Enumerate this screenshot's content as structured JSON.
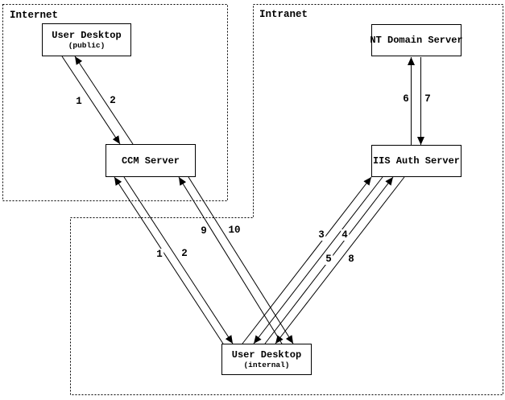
{
  "diagram": {
    "title": "",
    "colors": {
      "line": "#000000",
      "background": "#ffffff",
      "text": "#000000"
    },
    "zones": {
      "internet": {
        "label": "Internet"
      },
      "intranet": {
        "label": "Intranet"
      }
    },
    "nodes": {
      "user_desktop_public": {
        "label": "User Desktop",
        "sublabel": "(public)"
      },
      "ccm_server": {
        "label": "CCM Server"
      },
      "nt_domain_server": {
        "label": "NT Domain Server"
      },
      "iis_auth_server": {
        "label": "IIS Auth Server"
      },
      "user_desktop_internal": {
        "label": "User Desktop",
        "sublabel": "(internal)"
      }
    },
    "edges": [
      {
        "label": "1",
        "from": "user_desktop_public",
        "to": "ccm_server"
      },
      {
        "label": "2",
        "from": "ccm_server",
        "to": "user_desktop_public"
      },
      {
        "label": "1",
        "from": "user_desktop_internal",
        "to": "ccm_server"
      },
      {
        "label": "2",
        "from": "ccm_server",
        "to": "user_desktop_internal"
      },
      {
        "label": "3",
        "from": "user_desktop_internal",
        "to": "iis_auth_server"
      },
      {
        "label": "4",
        "from": "iis_auth_server",
        "to": "user_desktop_internal"
      },
      {
        "label": "5",
        "from": "user_desktop_internal",
        "to": "iis_auth_server"
      },
      {
        "label": "8",
        "from": "iis_auth_server",
        "to": "user_desktop_internal"
      },
      {
        "label": "6",
        "from": "iis_auth_server",
        "to": "nt_domain_server"
      },
      {
        "label": "7",
        "from": "nt_domain_server",
        "to": "iis_auth_server"
      },
      {
        "label": "9",
        "from": "user_desktop_internal",
        "to": "ccm_server"
      },
      {
        "label": "10",
        "from": "ccm_server",
        "to": "user_desktop_internal"
      }
    ]
  }
}
